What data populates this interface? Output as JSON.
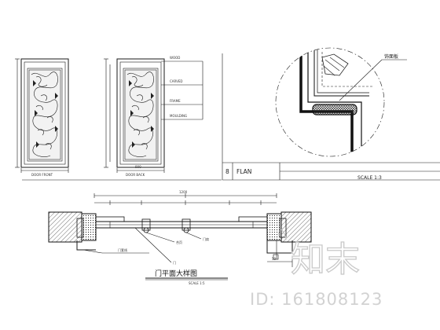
{
  "plan_block": {
    "tag": "8",
    "plan_label": "FLAN",
    "scale": "SCALE  1:3"
  },
  "detail_block": {
    "callout": "饰面板"
  },
  "section_block": {
    "title": "门平面大样图",
    "scale": "SCALE 1:5"
  },
  "watermark": {
    "logo_text": "知末",
    "id_text": "ID: 161808123"
  }
}
